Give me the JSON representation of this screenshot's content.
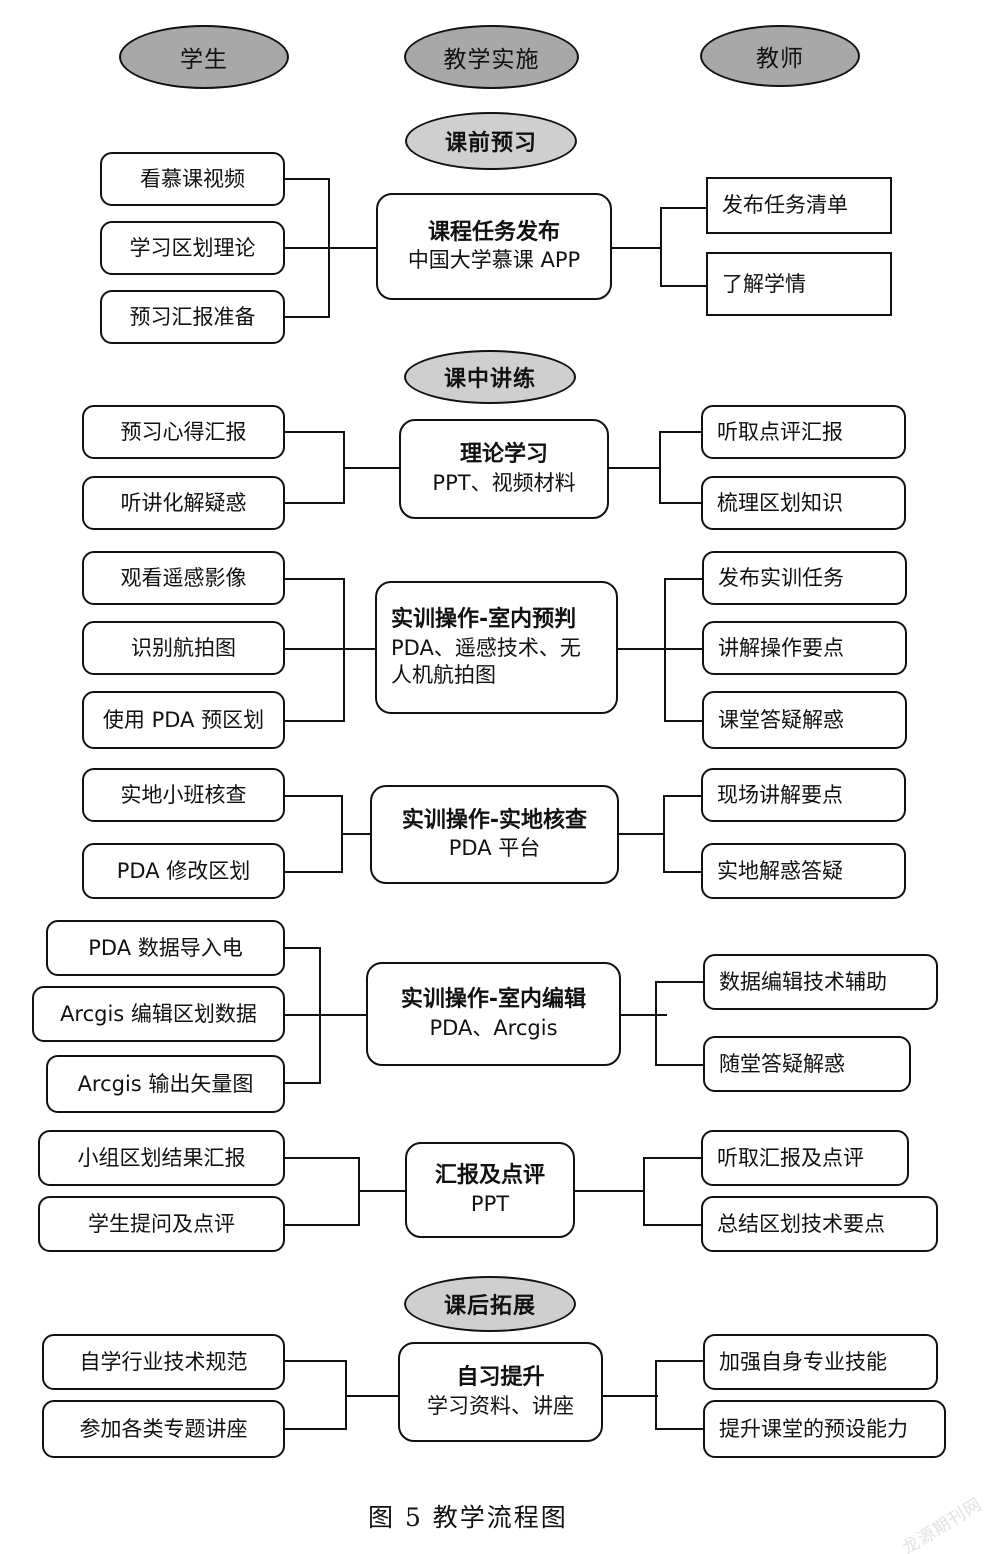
{
  "figure": {
    "caption": "图 5   教学流程图",
    "watermark": "龙源期刊网"
  },
  "roles": [
    {
      "label": "学生"
    },
    {
      "label": "教学实施"
    },
    {
      "label": "教师"
    }
  ],
  "phases": [
    {
      "label": "课前预习"
    },
    {
      "label": "课中讲练"
    },
    {
      "label": "课后拓展"
    }
  ],
  "sections": [
    {
      "id": "pre-class",
      "center": {
        "title": "课程任务发布",
        "sub": "中国大学慕课 APP"
      },
      "student": [
        {
          "label": "看慕课视频"
        },
        {
          "label": "学习区划理论"
        },
        {
          "label": "预习汇报准备"
        }
      ],
      "teacher": [
        {
          "label": "发布任务清单"
        },
        {
          "label": "了解学情"
        }
      ]
    },
    {
      "id": "theory-study",
      "center": {
        "title": "理论学习",
        "sub": "PPT、视频材料"
      },
      "student": [
        {
          "label": "预习心得汇报"
        },
        {
          "label": "听讲化解疑惑"
        }
      ],
      "teacher": [
        {
          "label": "听取点评汇报"
        },
        {
          "label": "梳理区划知识"
        }
      ]
    },
    {
      "id": "indoor-prejudge",
      "center": {
        "title": "实训操作-室内预判",
        "sub": "PDA、遥感技术、无\n人机航拍图"
      },
      "student": [
        {
          "label": "观看遥感影像"
        },
        {
          "label": "识别航拍图"
        },
        {
          "label": "使用 PDA 预区划"
        }
      ],
      "teacher": [
        {
          "label": "发布实训任务"
        },
        {
          "label": "讲解操作要点"
        },
        {
          "label": "课堂答疑解惑"
        }
      ]
    },
    {
      "id": "field-verify",
      "center": {
        "title": "实训操作-实地核查",
        "sub": "PDA 平台"
      },
      "student": [
        {
          "label": "实地小班核查"
        },
        {
          "label": "PDA 修改区划"
        }
      ],
      "teacher": [
        {
          "label": "现场讲解要点"
        },
        {
          "label": "实地解惑答疑"
        }
      ]
    },
    {
      "id": "indoor-edit",
      "center": {
        "title": "实训操作-室内编辑",
        "sub": "PDA、Arcgis"
      },
      "student": [
        {
          "label": "PDA  数据导入电"
        },
        {
          "label": "Arcgis 编辑区划数据"
        },
        {
          "label": "Arcgis 输出矢量图"
        }
      ],
      "teacher": [
        {
          "label": "数据编辑技术辅助"
        },
        {
          "label": "随堂答疑解惑"
        }
      ]
    },
    {
      "id": "report-review",
      "center": {
        "title": "汇报及点评",
        "sub": "PPT"
      },
      "student": [
        {
          "label": "小组区划结果汇报"
        },
        {
          "label": "学生提问及点评"
        }
      ],
      "teacher": [
        {
          "label": "听取汇报及点评"
        },
        {
          "label": "总结区划技术要点"
        }
      ]
    },
    {
      "id": "self-study",
      "center": {
        "title": "自习提升",
        "sub": "学习资料、讲座"
      },
      "student": [
        {
          "label": "自学行业技术规范"
        },
        {
          "label": "参加各类专题讲座"
        }
      ],
      "teacher": [
        {
          "label": "加强自身专业技能"
        },
        {
          "label": "提升课堂的预设能力"
        }
      ]
    }
  ]
}
